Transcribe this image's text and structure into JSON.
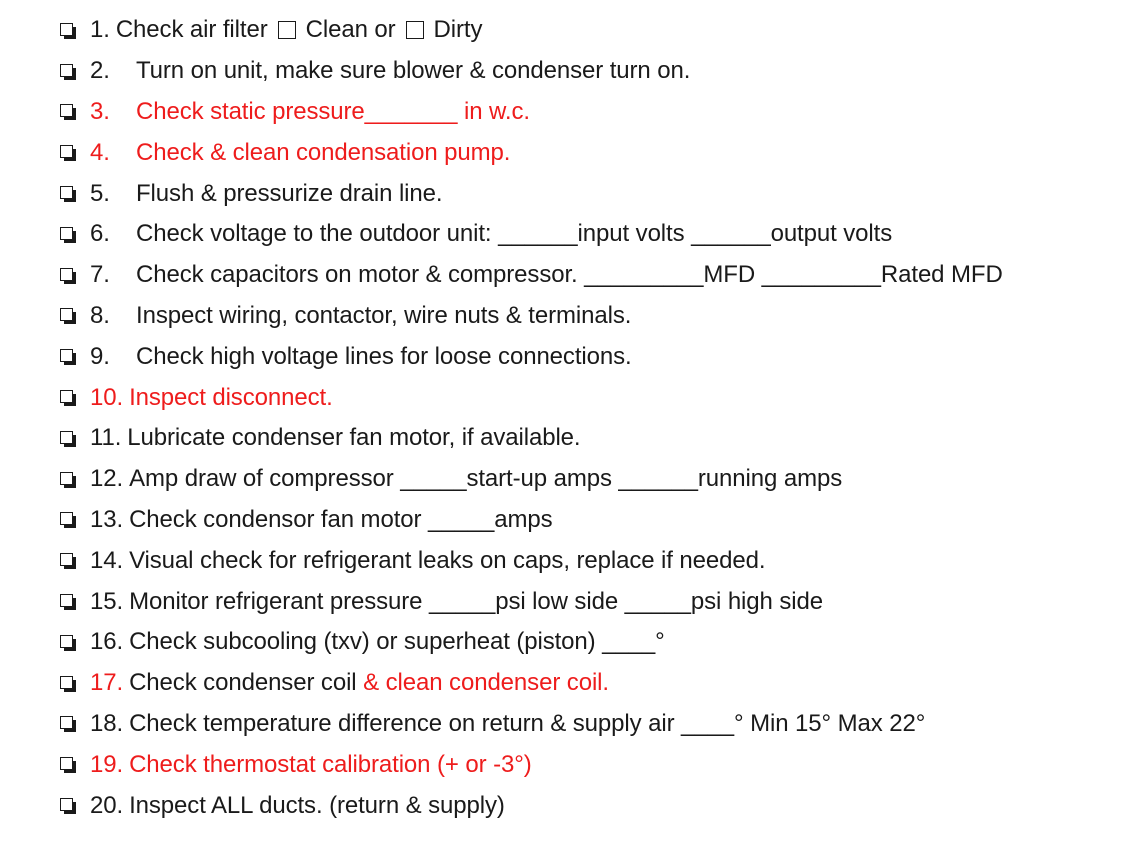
{
  "checklist": {
    "items": [
      {
        "num": "1.",
        "parts": [
          "Check air filter",
          "Clean or",
          "Dirty"
        ],
        "color": "#1a1a1a"
      },
      {
        "num": "2.",
        "text": "Turn on unit, make sure blower & condenser turn on.",
        "color": "#1a1a1a"
      },
      {
        "num": "3.",
        "text": "Check static pressure_______ in w.c.",
        "color": "#ee1c1c"
      },
      {
        "num": "4.",
        "text": "Check & clean condensation pump.",
        "color": "#ee1c1c"
      },
      {
        "num": "5.",
        "text": "Flush & pressurize drain line.",
        "color": "#1a1a1a"
      },
      {
        "num": "6.",
        "text": "Check voltage to the outdoor unit: ______input volts ______output volts",
        "color": "#1a1a1a"
      },
      {
        "num": "7.",
        "text": "Check capacitors on motor & compressor. _________MFD _________Rated MFD",
        "color": "#1a1a1a"
      },
      {
        "num": "8.",
        "text": "Inspect wiring, contactor, wire nuts & terminals.",
        "color": "#1a1a1a"
      },
      {
        "num": "9.",
        "text": "Check high voltage lines for loose connections.",
        "color": "#1a1a1a"
      },
      {
        "num": "10.",
        "text": "Inspect disconnect.",
        "color": "#ee1c1c"
      },
      {
        "num": "11.",
        "text": "Lubricate condenser fan motor, if available.",
        "color": "#1a1a1a"
      },
      {
        "num": "12.",
        "text": "Amp draw of compressor _____start-up amps ______running amps",
        "color": "#1a1a1a"
      },
      {
        "num": "13.",
        "text": "Check condensor fan motor _____amps",
        "color": "#1a1a1a"
      },
      {
        "num": "14.",
        "text": "Visual check for refrigerant leaks on caps, replace if needed.",
        "color": "#1a1a1a"
      },
      {
        "num": "15.",
        "text": "Monitor refrigerant pressure _____psi low side _____psi high side",
        "color": "#1a1a1a"
      },
      {
        "num": "16.",
        "text": "Check subcooling (txv) or superheat (piston) ____°",
        "color": "#1a1a1a"
      },
      {
        "num": "17.",
        "parts": [
          "Check condenser coil",
          "& clean condenser coil."
        ],
        "color": "#ee1c1c",
        "mixed": true
      },
      {
        "num": "18.",
        "text": "Check temperature difference on return & supply air ____° Min 15° Max 22°",
        "color": "#1a1a1a"
      },
      {
        "num": "19.",
        "text": "Check thermostat calibration (+ or -3°)",
        "color": "#ee1c1c"
      },
      {
        "num": "20.",
        "text": "Inspect ALL ducts. (return & supply)",
        "color": "#1a1a1a"
      }
    ]
  }
}
